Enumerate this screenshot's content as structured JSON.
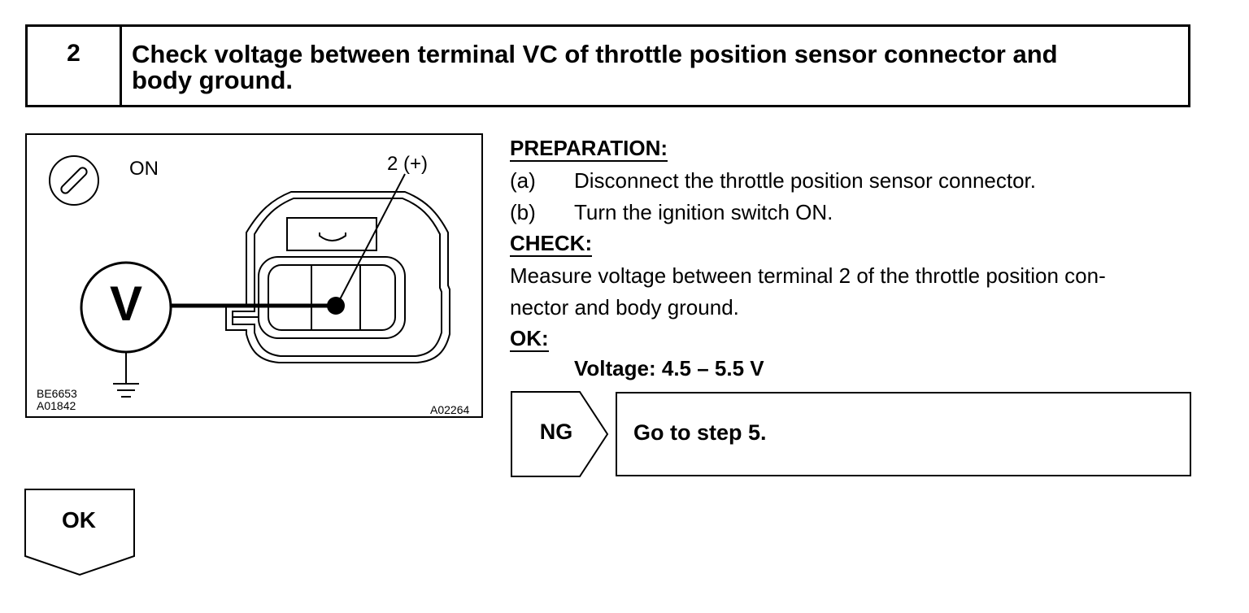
{
  "step": {
    "number": "2",
    "title_line1": "Check voltage between terminal VC of throttle position sensor connector and",
    "title_line2": "body ground."
  },
  "figure": {
    "ignition_label": "ON",
    "terminal_label": "2 (+)",
    "meter_symbol": "V",
    "code_left_1": "BE6653",
    "code_left_2": "A01842",
    "code_right": "A02264",
    "icons": [
      "ignition-key-icon",
      "voltmeter-icon",
      "ground-symbol-icon"
    ]
  },
  "preparation": {
    "heading": "PREPARATION:",
    "steps": [
      {
        "letter": "(a)",
        "text": "Disconnect the throttle position sensor connector."
      },
      {
        "letter": "(b)",
        "text": "Turn the ignition switch ON."
      }
    ]
  },
  "check": {
    "heading": "CHECK:",
    "line1": "Measure voltage between terminal 2 of the throttle position con-",
    "line2": "nector and body ground."
  },
  "ok_section": {
    "heading": "OK:",
    "spec": "Voltage: 4.5 – 5.5 V"
  },
  "ng_result": {
    "label": "NG",
    "text": "Go to step 5."
  },
  "ok_result": {
    "label": "OK"
  }
}
